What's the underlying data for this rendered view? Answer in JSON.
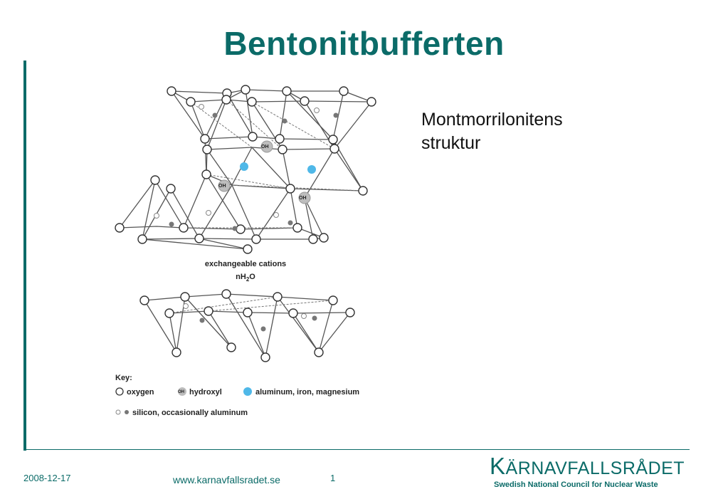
{
  "slide": {
    "title": "Bentonitbufferten",
    "subtitle_line1": "Montmorrilonitens",
    "subtitle_line2": "struktur"
  },
  "diagram": {
    "oh_label": "OH",
    "layer_label_line1": "exchangeable cations",
    "layer_label_line2_prefix": "nH",
    "layer_label_line2_sub": "2",
    "layer_label_line2_suffix": "O",
    "key_title": "Key:",
    "key_oxygen": "oxygen",
    "key_hydroxyl": "hydroxyl",
    "key_metal": "aluminum, iron, magnesium",
    "key_silicon": "silicon, occasionally aluminum",
    "colors": {
      "metal": "#4fb8e8",
      "hydroxyl": "#bdbdbd",
      "silicon": "#777777"
    }
  },
  "footer": {
    "date": "2008-12-17",
    "url": "www.karnavfallsradet.se",
    "page": "1",
    "logo_first": "K",
    "logo_rest": "ÄRNAVFALLSRÅDET",
    "tagline": "Swedish National Council for Nuclear Waste"
  }
}
